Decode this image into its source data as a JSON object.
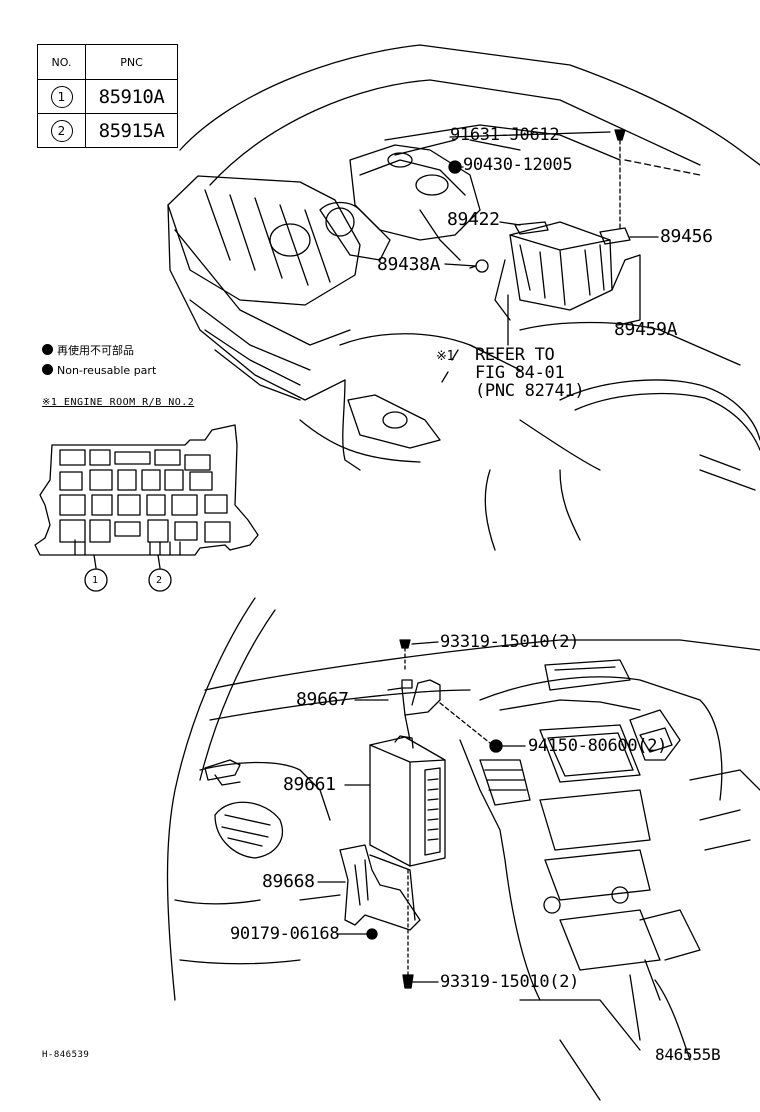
{
  "pnc_table": {
    "header_no": "NO.",
    "header_pnc": "PNC",
    "rows": [
      {
        "no": "1",
        "pnc": "85910A"
      },
      {
        "no": "2",
        "pnc": "85915A"
      }
    ]
  },
  "legend": {
    "jp": "再使用不可部品",
    "en": "Non-reusable part"
  },
  "note": {
    "title": "※1 ENGINE ROOM R/B NO.2",
    "callout_1": "1",
    "callout_2": "2",
    "marker": "※1"
  },
  "labels": {
    "p91631": "91631-J0612",
    "p90430": "90430-12005",
    "p89422": "89422",
    "p89456": "89456",
    "p89438A": "89438A",
    "p89459A": "89459A",
    "refer_1": "REFER TO",
    "refer_2": "FIG  84-01",
    "refer_3": "(PNC 82741)",
    "p93319_top": "93319-15010(2)",
    "p89667": "89667",
    "p94150": "94150-80600(2)",
    "p89661": "89661",
    "p89668": "89668",
    "p90179": "90179-06168",
    "p93319_bot": "93319-15010(2)"
  },
  "footer": {
    "left": "H-846539",
    "right": "846555B"
  }
}
